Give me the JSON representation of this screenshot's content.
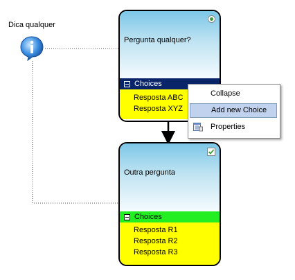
{
  "hint": {
    "label": "Dica qualquer",
    "icon": "info-icon"
  },
  "question1": {
    "title": "Pergunta qualquer?",
    "choices_header": "Choices",
    "choices": [
      "Resposta ABC",
      "Resposta XYZ"
    ]
  },
  "question2": {
    "title": "Outra pergunta",
    "choices_header": "Choices",
    "choices": [
      "Resposta R1",
      "Resposta R2",
      "Resposta R3"
    ]
  },
  "context_menu": {
    "items": [
      "Collapse",
      "Add new Choice",
      "Properties"
    ],
    "highlighted": "Add new Choice"
  },
  "colors": {
    "header_selected": "#0a246a",
    "header_normal": "#22ee22",
    "choices_bg": "#ffff00",
    "menu_highlight": "#c1d2ee"
  }
}
